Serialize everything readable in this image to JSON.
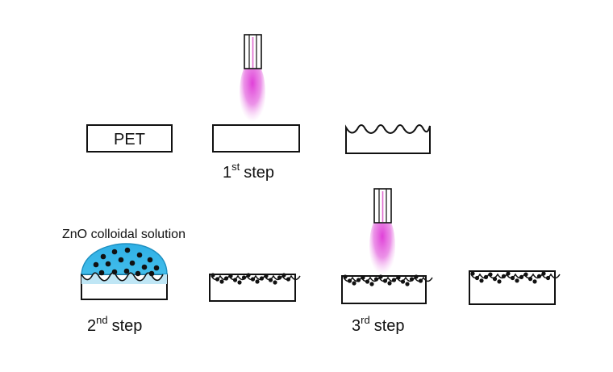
{
  "labels": {
    "pet": "PET",
    "step1": {
      "number": "1",
      "suffix": "st",
      "word": "step"
    },
    "step2": {
      "number": "2",
      "suffix": "nd",
      "word": "step"
    },
    "step3": {
      "number": "3",
      "suffix": "rd",
      "word": "step"
    },
    "zno": "ZnO colloidal solution"
  },
  "colors": {
    "outline": "#111111",
    "plasma": "#e040d8",
    "colloid": "#33b5e8",
    "colloid_light": "#bfe6f5",
    "particle": "#111111"
  }
}
